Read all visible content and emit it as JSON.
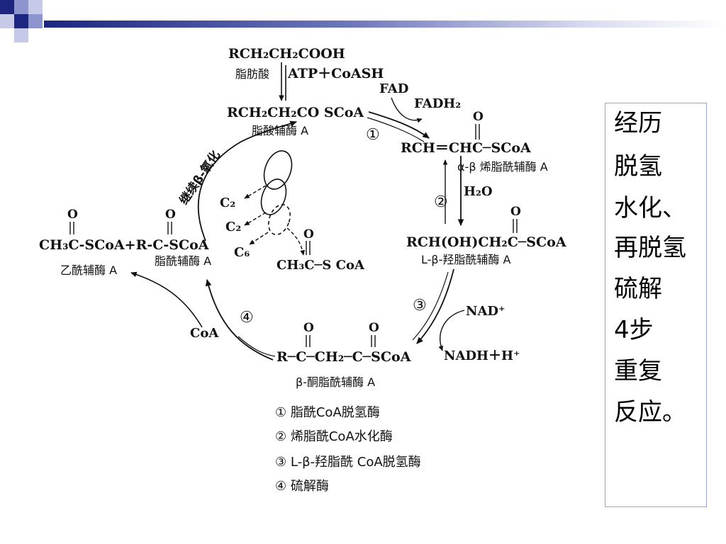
{
  "side_text": [
    "经历",
    "脱氢",
    "水化、",
    "再脱氢",
    "硫解",
    "4步",
    "重复",
    "反应。"
  ],
  "diagram": {
    "top_acid": "RCH₂CH₂COOH",
    "fatty_acid_label": "脂肪酸",
    "atp_coash": "ATP＋CoASH",
    "acyl_coa_top": "RCH₂CH₂CO SCoA",
    "acyl_coa_label": "脂酸辅酶 A",
    "fad": "FAD",
    "fadh2": "FADH₂",
    "step1": "①",
    "enoyl_o": "O",
    "enoyl_formula": "RCH＝CHC─SCoA",
    "enoyl_name": "α-β 烯脂酰辅酶 A",
    "step2": "②",
    "h2o": "H₂O",
    "hydroxy_o": "O",
    "hydroxy_formula": "RCH(OH)CH₂C─SCoA",
    "hydroxy_name": "L-β-羟脂酰辅酶 A",
    "step3": "③",
    "nad": "NAD⁺",
    "nadh": "NADH＋H⁺",
    "keto_o1": "O",
    "keto_o2": "O",
    "keto_formula": "R─C─CH₂─C─SCoA",
    "keto_name": "β-酮脂酰辅酶 A",
    "step4": "④",
    "coa": "CoA",
    "acetyl_o": "O",
    "acyl_o": "O",
    "products_formula": "CH₃C-SCoA+R-C-SCoA",
    "acetyl_name": "乙酰辅酶 A",
    "acyl_name": "脂酰辅酶 A",
    "continue_label": "继续β-氧化",
    "c2a": "C₂",
    "c2b": "C₂",
    "c6": "C₆",
    "acetyl_inner_o": "O",
    "acetyl_inner": "CH₃C─S CoA",
    "legend": [
      "① 脂酰CoA脱氢酶",
      "② 烯脂酰CoA水化酶",
      "③ L-β-羟脂酰 CoA脱氢酶",
      "④ 硫解酶"
    ]
  }
}
